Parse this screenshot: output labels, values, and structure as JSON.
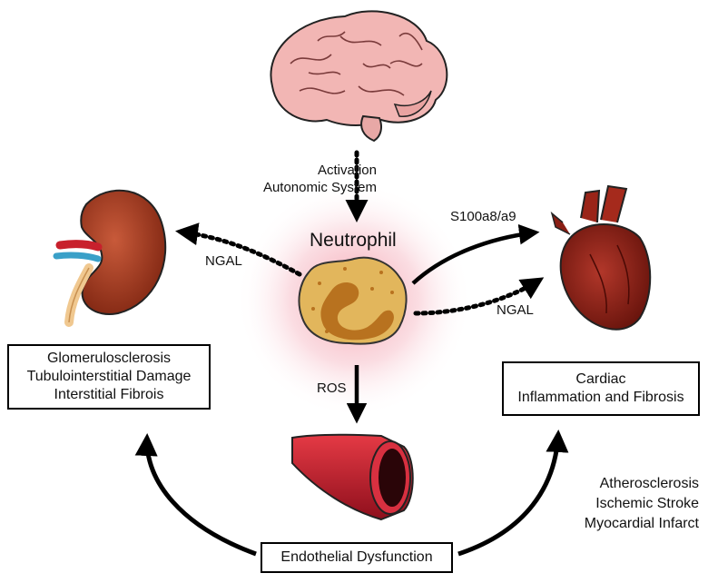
{
  "labels": {
    "activation_line1": "Activation",
    "activation_line2": "Autonomic System",
    "neutrophil": "Neutrophil",
    "ngal_left": "NGAL",
    "ngal_right": "NGAL",
    "s100": "S100a8/a9",
    "ros": "ROS"
  },
  "kidney_box": [
    "Glomerulosclerosis",
    "Tubulointerstitial Damage",
    "Interstitial Fibrois"
  ],
  "heart_box": [
    "Cardiac",
    "Inflammation and Fibrosis"
  ],
  "endothelial_box": "Endothelial Dysfunction",
  "vascular_outcomes": [
    "Atherosclerosis",
    "Ischemic Stroke",
    "Myocardial Infarct"
  ],
  "colors": {
    "brain": "#f0b3b3",
    "kidney": "#a83a1f",
    "heart": "#8e1d12",
    "vessel": "#c0182a",
    "neutrophil_cell": "#e0b45a",
    "neutrophil_nucleus": "#b5701e",
    "glow": "#f7b9c3"
  }
}
